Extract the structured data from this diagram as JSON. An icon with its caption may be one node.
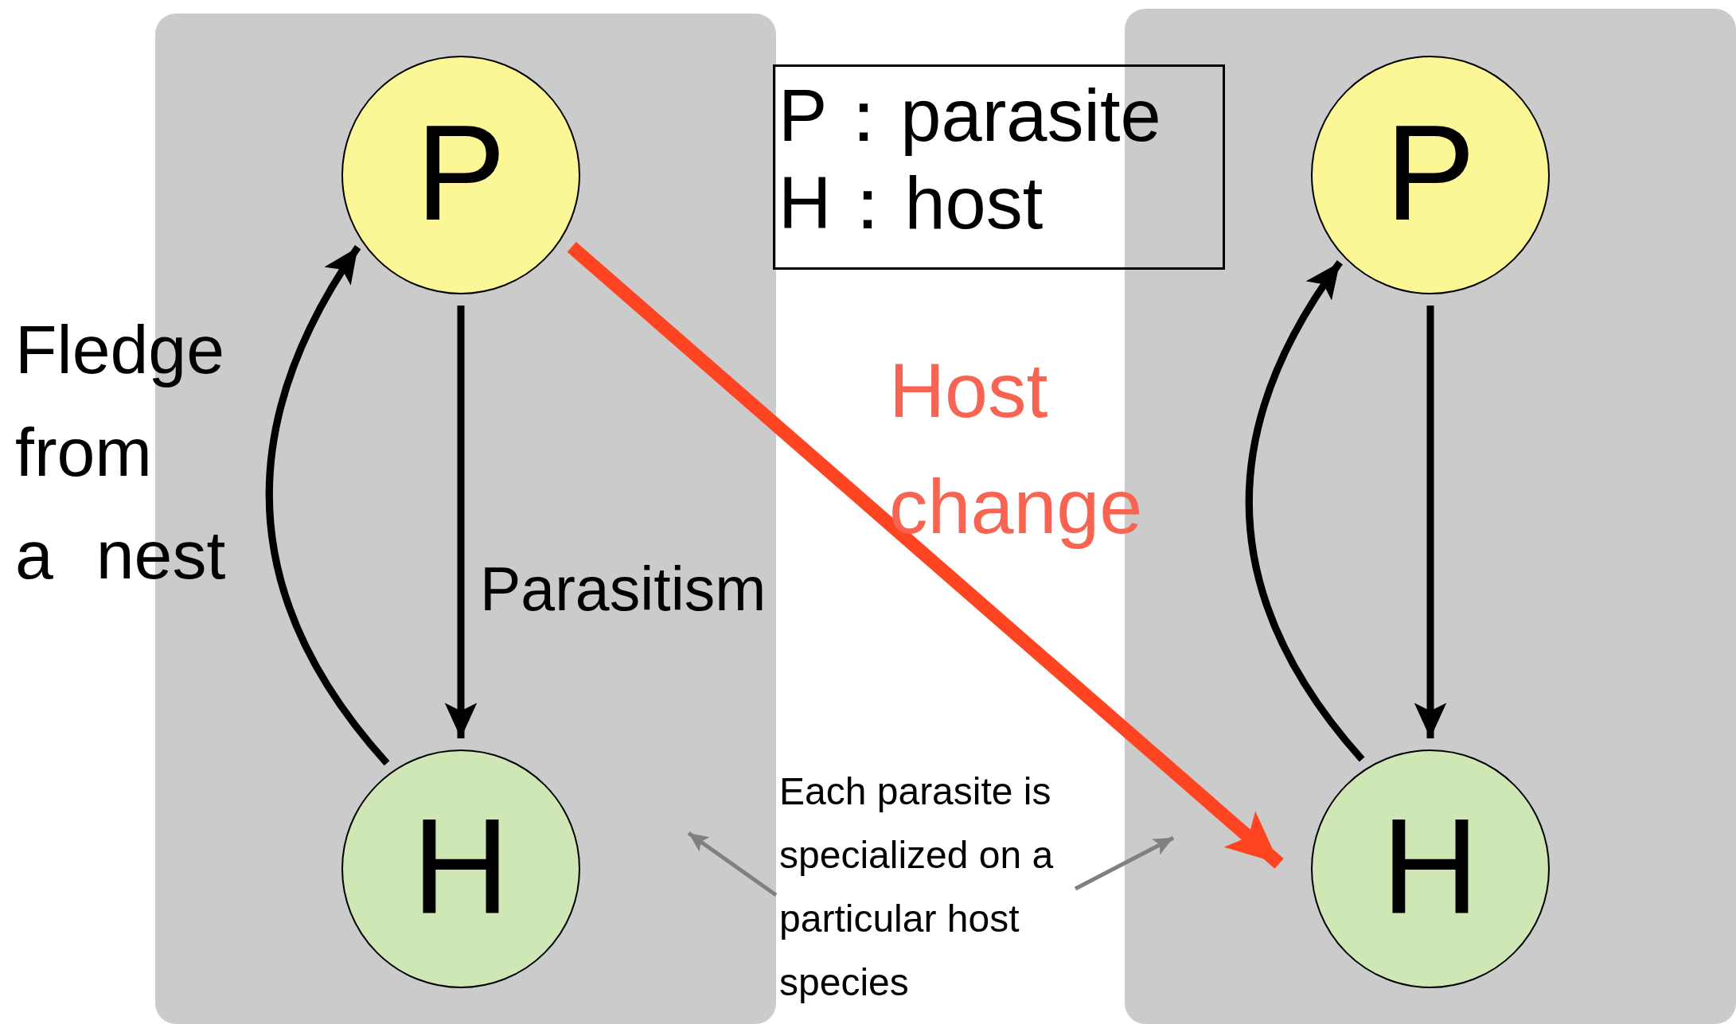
{
  "diagram": {
    "nodes": [
      {
        "text": [],
        "shape": "box"
      },
      {
        "text": [
          "P"
        ],
        "in": 0
      },
      {
        "text": [
          "H"
        ],
        "in": 0
      },
      {
        "text": [
          "P：parasite",
          "H：host"
        ]
      },
      {
        "text": [],
        "shape": "box"
      },
      {
        "text": [
          "P"
        ],
        "in": 4
      },
      {
        "text": [
          "H"
        ],
        "in": 4
      },
      {
        "text": [
          "Each parasite is specialized on a particular host species"
        ]
      }
    ],
    "edges": [
      {
        "from": 1,
        "to": 2,
        "arrow": "to",
        "label": "Parasitism"
      },
      {
        "from": 2,
        "to": 1,
        "arrow": "to",
        "label": "Fledge from a nest"
      },
      {
        "from": 1,
        "to": 6,
        "arrow": "to",
        "label": "Host change",
        "style": "thick",
        "color": "#ff4422"
      },
      {
        "from": 5,
        "to": 6,
        "arrow": "to"
      },
      {
        "from": 6,
        "to": 5,
        "arrow": "to"
      },
      {
        "from": 7,
        "to": 0,
        "arrow": "to",
        "color": "#808080"
      },
      {
        "from": 7,
        "to": 4,
        "arrow": "to",
        "color": "#808080"
      }
    ]
  }
}
